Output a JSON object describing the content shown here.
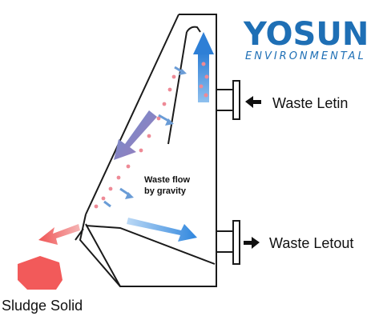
{
  "logo": {
    "wordmark": "YOSUN",
    "tagline": "ENVIRONMENTAL",
    "color": "#1e6fb5"
  },
  "labels": {
    "inlet": "Waste Letin",
    "outlet": "Waste Letout",
    "sludge": "Sludge Solid",
    "flow_line1": "Waste flow",
    "flow_line2": "by gravity"
  },
  "colors": {
    "outline": "#1a1a1a",
    "up_flow": "#3b8ee0",
    "sludge": "#f26d6d",
    "down_flow": "#8b7fb8",
    "particle": "#ee8a96",
    "small_arrow": "#6a9cd6"
  },
  "icons": [
    "inlet-arrow-icon",
    "outlet-arrow-icon"
  ]
}
